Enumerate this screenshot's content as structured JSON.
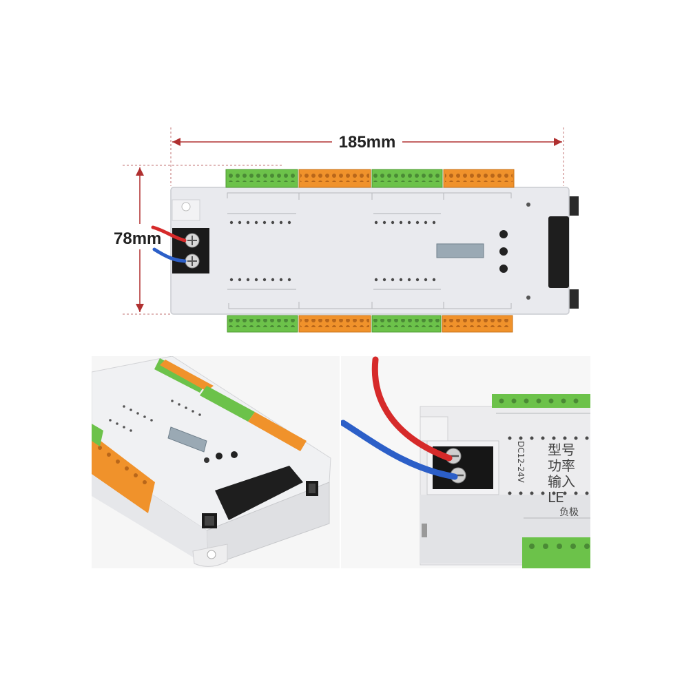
{
  "dimensions": {
    "width_label": "185mm",
    "height_label": "78mm"
  },
  "colors": {
    "housing": "#e9eaee",
    "terminal_green": "#6cc24a",
    "terminal_orange": "#f0922b",
    "wire_red": "#d62a2a",
    "wire_blue": "#2c5fc8",
    "dark_block": "#1e1e1e"
  },
  "photos": [
    {
      "name": "top-view",
      "subject": "controller-top-view"
    },
    {
      "name": "angled-view",
      "subject": "controller-end-angled"
    },
    {
      "name": "closeup-view",
      "subject": "power-terminal-closeup"
    }
  ],
  "closeup": {
    "label_lines": [
      "型号",
      "功率",
      "输入",
      "LE"
    ],
    "side_label": "DC12-24V",
    "bottom_label": "负极"
  }
}
